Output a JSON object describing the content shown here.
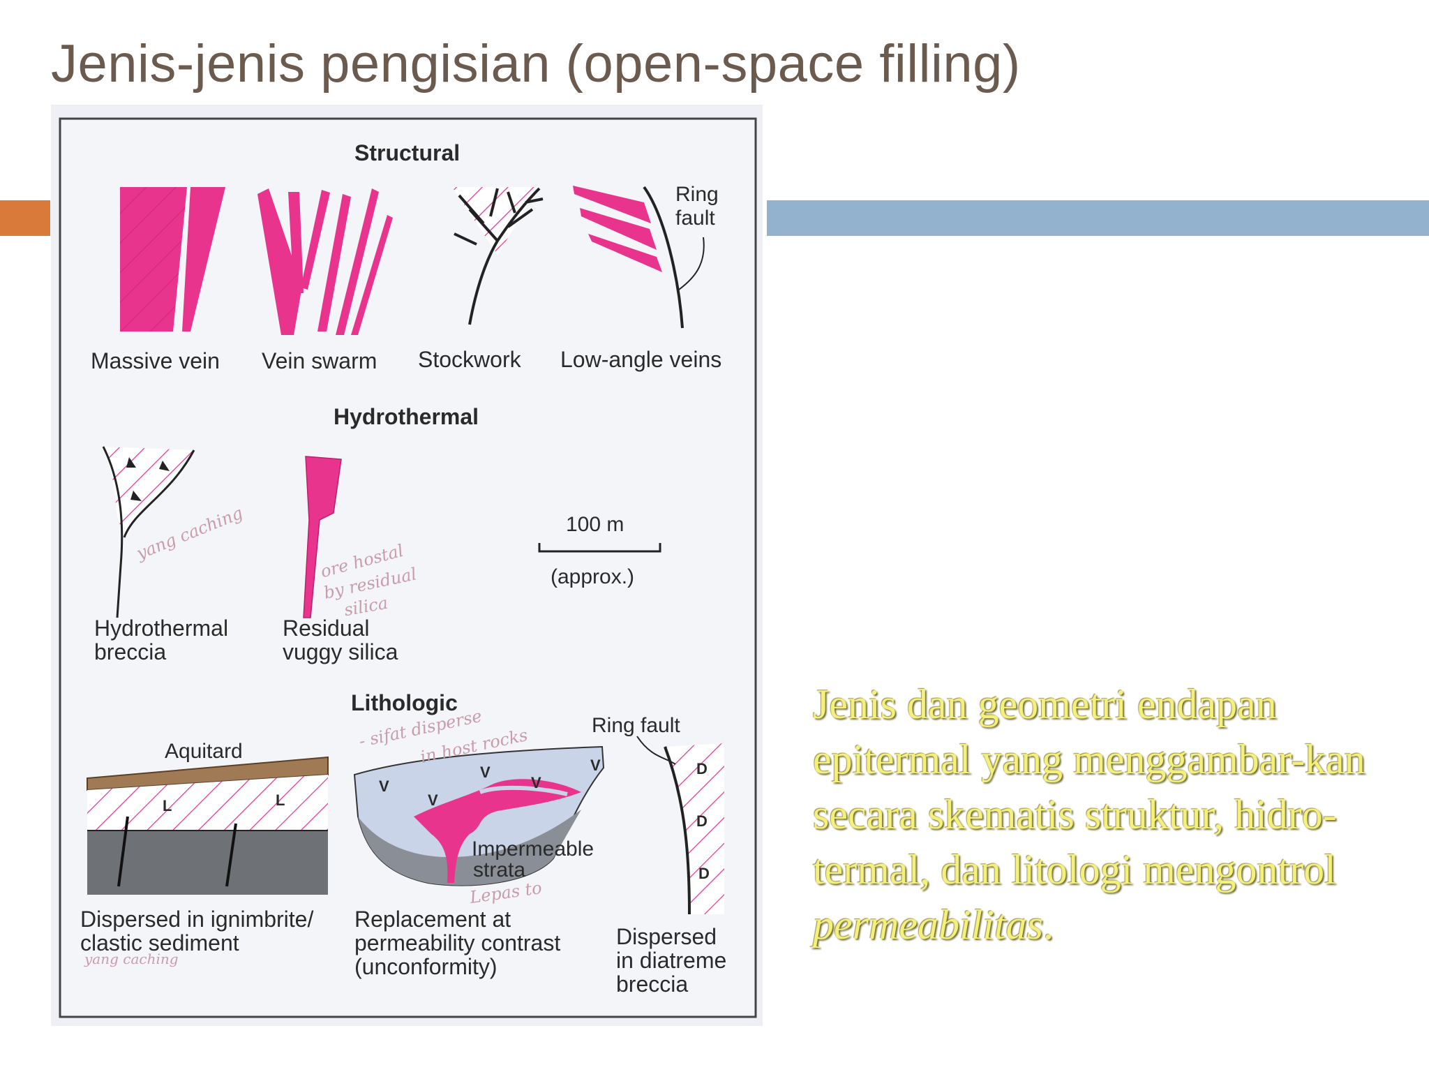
{
  "slide": {
    "title": "Jenis-jenis pengisian (open-space filling)",
    "caption_plain": "Jenis dan geometri endapan epitermal yang menggambar-kan secara skematis struktur, hidro-termal, dan litologi mengontrol ",
    "caption_italic": "permeabilitas",
    "caption_end": "."
  },
  "diagram": {
    "structural": {
      "header": "Structural",
      "items": [
        "Massive vein",
        "Vein swarm",
        "Stockwork",
        "Low-angle veins"
      ],
      "ring_fault_line1": "Ring",
      "ring_fault_line2": "fault"
    },
    "hydrothermal": {
      "header": "Hydrothermal",
      "breccia_line1": "Hydrothermal",
      "breccia_line2": "breccia",
      "vuggy_line1": "Residual",
      "vuggy_line2": "vuggy silica",
      "scale_value": "100 m",
      "scale_note": "(approx.)"
    },
    "lithologic": {
      "header": "Lithologic",
      "aquitard": "Aquitard",
      "ring_fault": "Ring fault",
      "permeable_line1": "Impermeable",
      "permeable_line2": "strata",
      "dispersed_line1": "Dispersed in ignimbrite/",
      "dispersed_line2": "clastic sediment",
      "replacement_line1": "Replacement at",
      "replacement_line2": "permeability contrast",
      "replacement_line3": "(unconformity)",
      "diatreme_line1": "Dispersed",
      "diatreme_line2": "in diatreme",
      "diatreme_line3": "breccia",
      "strip_letter_l": "L",
      "strip_letter_v": "V",
      "strip_letter_d": "D"
    },
    "handwritten": {
      "note_breccia": "yang caching",
      "note_vuggy_1": "ore hostal",
      "note_vuggy_2": "by residual",
      "note_vuggy_3": "silica",
      "note_replacement_1": "- sifat disperse",
      "note_replacement_2": "in host rocks",
      "note_strata": "Lepas to",
      "note_dispersed": "yang caching"
    },
    "colors": {
      "vein_fill": "#e8348d",
      "hatch": "#e8348d",
      "aquitard": "#a07a55",
      "host_rock": "#6e7175",
      "volcanic": "#c9d4e8",
      "border": "#444444"
    }
  }
}
